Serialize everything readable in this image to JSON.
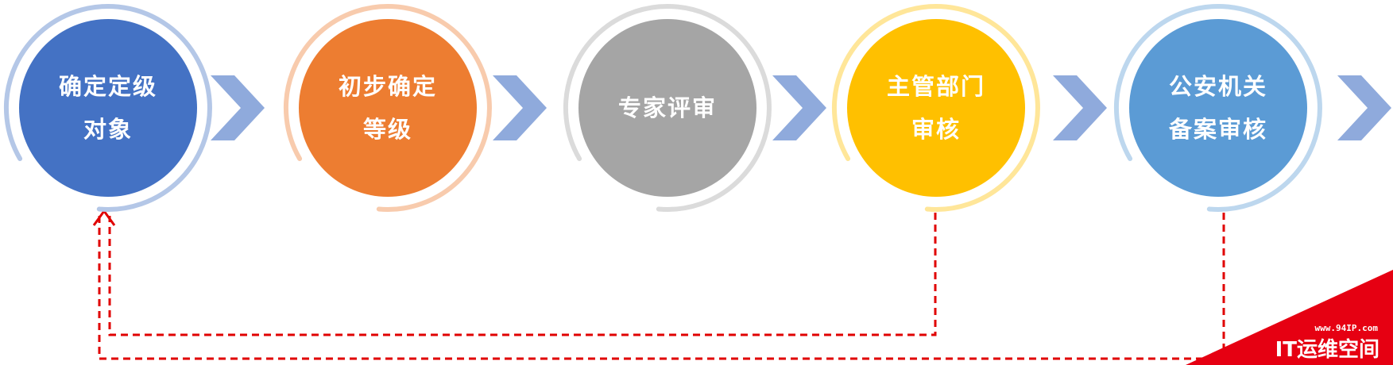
{
  "steps": [
    {
      "line1": "确定定级",
      "line2": "对象",
      "color": "#4472C4",
      "ring": "#B4C7E7"
    },
    {
      "line1": "初步确定",
      "line2": "等级",
      "color": "#ED7D31",
      "ring": "#F8CBAD"
    },
    {
      "line1": "专家评审",
      "line2": "",
      "color": "#A5A5A5",
      "ring": "#DBDBDB"
    },
    {
      "line1": "主管部门",
      "line2": "审核",
      "color": "#FFC000",
      "ring": "#FFE699"
    },
    {
      "line1": "公安机关",
      "line2": "备案审核",
      "color": "#5B9BD5",
      "ring": "#BDD7EE"
    }
  ],
  "colors": {
    "arrow": "#8FAADC",
    "feedback_line": "#E00000",
    "watermark_bg": "#E60012"
  },
  "watermark": {
    "url": "www.94IP.com",
    "name": "IT运维空间"
  }
}
